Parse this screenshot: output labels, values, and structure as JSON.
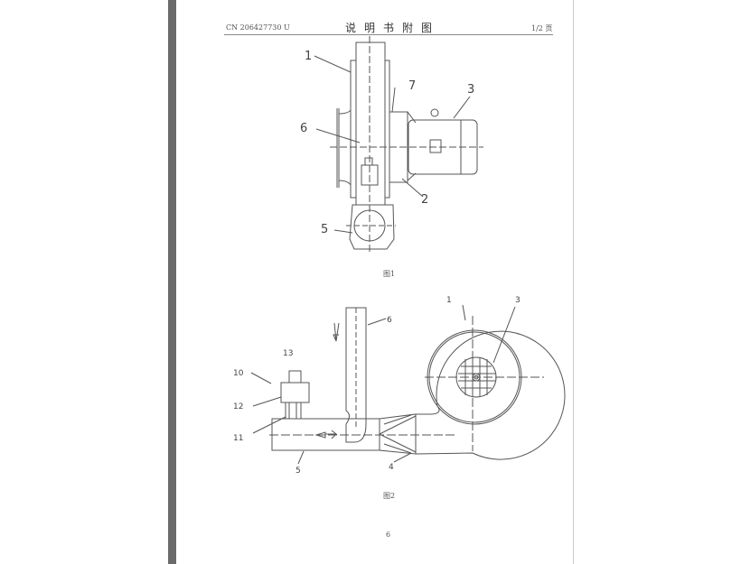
{
  "header": {
    "patent_number": "CN 206427730 U",
    "title": "说明书附图",
    "page_indicator": "1/2 页"
  },
  "figure1": {
    "caption": "图1",
    "labels": [
      "1",
      "7",
      "3",
      "6",
      "2",
      "5"
    ]
  },
  "figure2": {
    "caption": "图2",
    "labels": [
      "1",
      "3",
      "6",
      "13",
      "10",
      "12",
      "11",
      "5",
      "4"
    ]
  },
  "footer": {
    "page_number": "6"
  }
}
